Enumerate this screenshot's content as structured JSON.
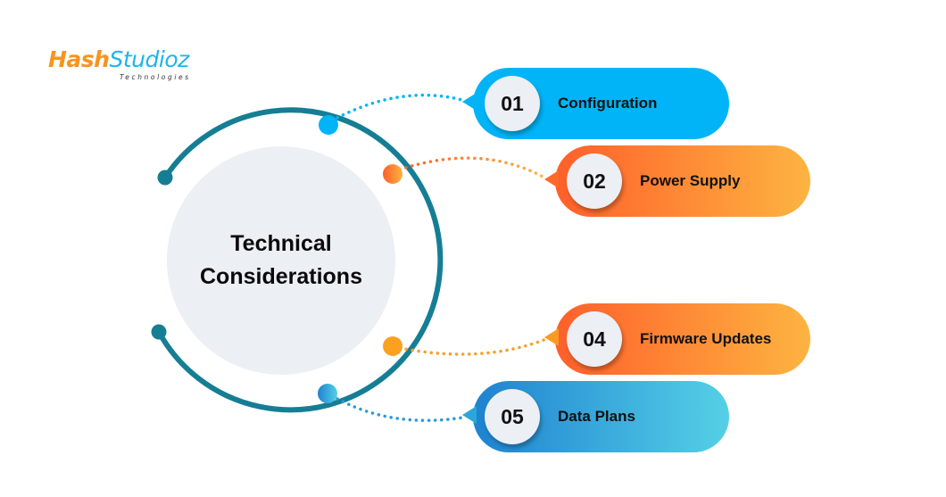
{
  "logo": {
    "part1": "Hash",
    "part2": "Studioz",
    "subtitle": "Technologies"
  },
  "center": {
    "title_line1": "Technical",
    "title_line2": "Considerations"
  },
  "colors": {
    "arc": "#157e94",
    "center_fill": "#eceff4",
    "blue_solid": "#00b4f7",
    "orange_start": "#ff5f2a",
    "orange_end": "#fdb441",
    "blue_grad_start": "#1e82d0",
    "blue_grad_end": "#55d0e6"
  },
  "items": [
    {
      "number": "01",
      "label": "Configuration",
      "theme": "blue-solid"
    },
    {
      "number": "02",
      "label": "Power Supply",
      "theme": "orange"
    },
    {
      "number": "04",
      "label": "Firmware Updates",
      "theme": "orange"
    },
    {
      "number": "05",
      "label": "Data Plans",
      "theme": "blue-gradient"
    }
  ]
}
